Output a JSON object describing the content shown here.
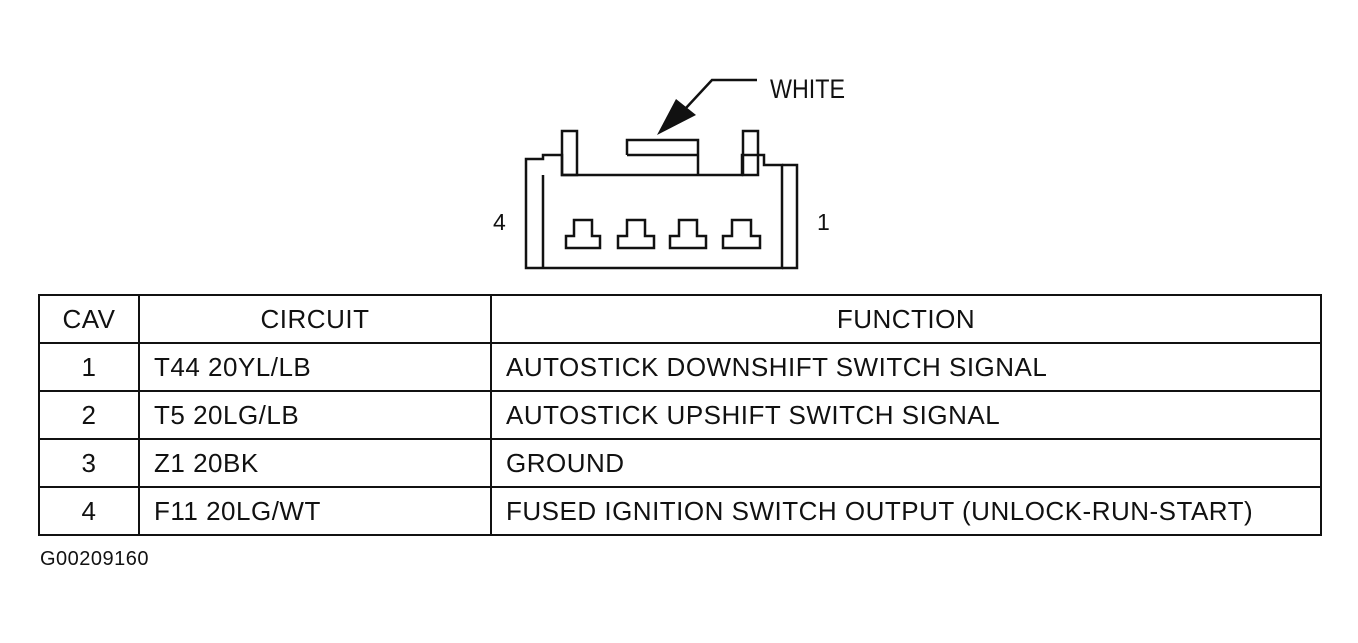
{
  "connector": {
    "color_label": "WHITE",
    "left_cavity_label": "4",
    "right_cavity_label": "1"
  },
  "table": {
    "headers": [
      "CAV",
      "CIRCUIT",
      "FUNCTION"
    ],
    "rows": [
      {
        "cav": "1",
        "circuit": "T44 20YL/LB",
        "function": "AUTOSTICK DOWNSHIFT SWITCH SIGNAL"
      },
      {
        "cav": "2",
        "circuit": "T5 20LG/LB",
        "function": "AUTOSTICK UPSHIFT SWITCH SIGNAL"
      },
      {
        "cav": "3",
        "circuit": "Z1 20BK",
        "function": "GROUND"
      },
      {
        "cav": "4",
        "circuit": "F11 20LG/WT",
        "function": "FUSED IGNITION SWITCH OUTPUT (UNLOCK-RUN-START)"
      }
    ]
  },
  "figure_id": "G00209160"
}
